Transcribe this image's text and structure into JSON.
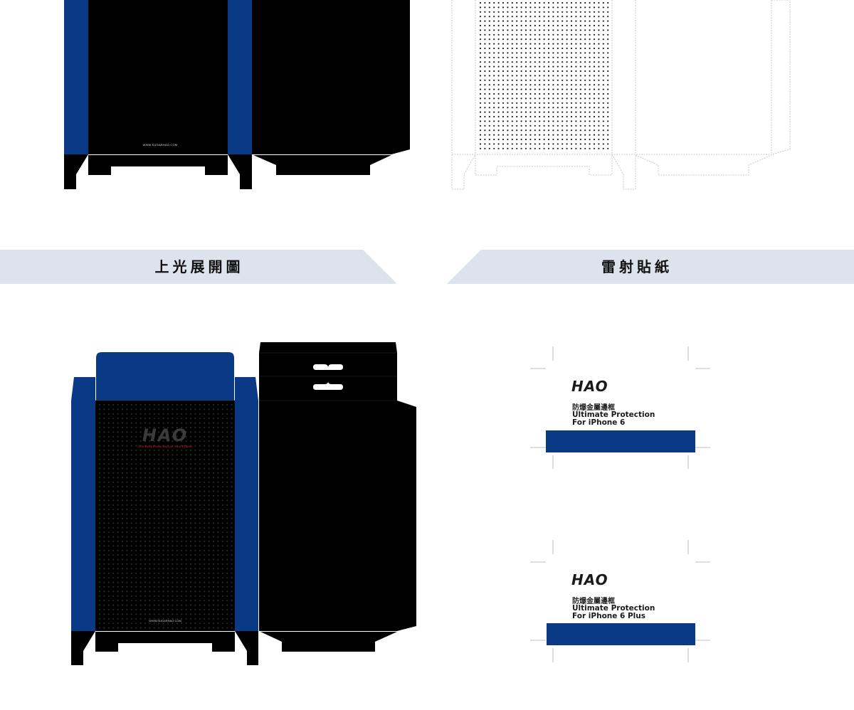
{
  "colors": {
    "blue": "#0a3a86",
    "black": "#000000",
    "banner": "#dde3ec",
    "red_tagline": "#8e1c1c"
  },
  "top_left_template": {
    "url_text": "WWW.SUGARHAO.COM"
  },
  "banners": {
    "left_title": "上光展開圖",
    "right_title": "雷射貼紙"
  },
  "box_front": {
    "logo": "HAO",
    "tagline": "The Best Protection on Your Phone",
    "url_text": "WWW.SUGARHAO.COM"
  },
  "stickers": [
    {
      "logo": "HAO",
      "title": "防爆金屬邊框",
      "line1": "Ultimate Protection",
      "line2": "For iPhone 6"
    },
    {
      "logo": "HAO",
      "title": "防爆金屬邊框",
      "line1": "Ultimate Protection",
      "line2": "For iPhone 6 Plus"
    }
  ],
  "icons": {
    "hang_hole": "hang-hole-icon"
  }
}
